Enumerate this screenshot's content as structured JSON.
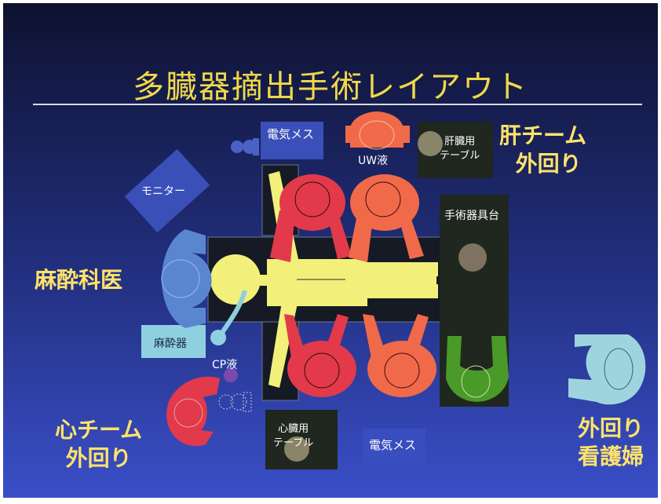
{
  "title": "多臓器摘出手術レイアウト",
  "labels": {
    "liver_team": [
      "肝チーム",
      "外回り"
    ],
    "anesthesiologist": "麻酔科医",
    "heart_team": [
      "心チーム",
      "外回り"
    ],
    "circulating_nurse": [
      "外回り",
      "看護婦"
    ]
  },
  "objects": {
    "esu_top": "電気メス",
    "esu_bottom": "電気メス",
    "monitor": "モニター",
    "uw_solution": "UW液",
    "liver_table": [
      "肝臓用",
      "テーブル"
    ],
    "instrument_table": "手術器具台",
    "anesthesia_machine": "麻酔器",
    "cp_solution": "CP液",
    "heart_table": [
      "心臓用",
      "テーブル"
    ]
  },
  "colors": {
    "background_top": "#0e1230",
    "background_bottom": "#3a4fc8",
    "title": "#f0d84a",
    "label_yellow": "#ffe36a",
    "patient": "#f2f07a",
    "surgeon_red": "#e23a4a",
    "surgeon_orange": "#f06a4a",
    "table_dark": "#1f271f",
    "equipment_blue": "#3a4fb8",
    "anesthesia_blue": "#5a86d0",
    "anesthesia_machine": "#8fd0e0",
    "nurse_cyan": "#9ed4de",
    "nurse_green": "#4a9a2a",
    "cp_purple": "#7a4ab0"
  }
}
